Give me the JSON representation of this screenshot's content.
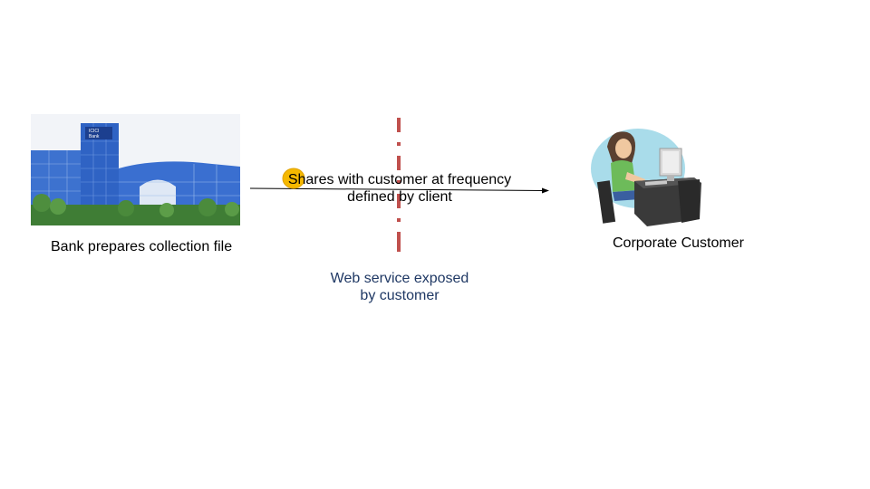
{
  "bank": {
    "caption": "Bank prepares collection file",
    "photo_sign_line1": "ICICI",
    "photo_sign_line2": "Bank"
  },
  "flow": {
    "line1": "Shares with customer at frequency",
    "line2": "defined by client"
  },
  "boundary": {
    "line1": "Web service exposed",
    "line2": "by customer"
  },
  "customer": {
    "caption": "Corporate Customer"
  },
  "colors": {
    "divider": "#c0504d",
    "boundary_text": "#1f3864",
    "coin": "#f5b800",
    "bank_glass": "#2f63c4",
    "customer_circle": "#a9dcea"
  },
  "icons": {
    "bank": "bank-building-photo",
    "flow": "arrow-right-icon",
    "coin": "coin-icon",
    "customer": "person-at-computer-illustration"
  }
}
